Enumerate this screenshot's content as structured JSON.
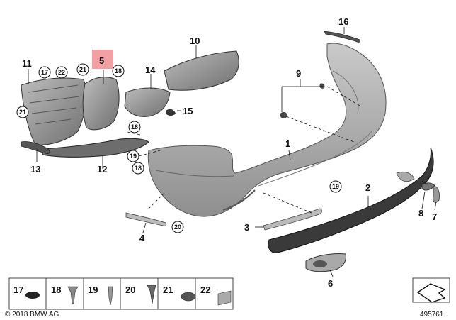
{
  "callouts": {
    "c1": "1",
    "c2": "2",
    "c3": "3",
    "c4": "4",
    "c5": "5",
    "c6": "6",
    "c7": "7",
    "c8": "8",
    "c9": "9",
    "c10": "10",
    "c11": "11",
    "c12": "12",
    "c13": "13",
    "c14": "14",
    "c15": "15",
    "c16": "16",
    "c17": "17",
    "c18": "18",
    "c19": "19",
    "c20": "20",
    "c21": "21",
    "c22": "22"
  },
  "highlight_color": "#f2a0a3",
  "legend_items": [
    "17",
    "18",
    "19",
    "20",
    "21",
    "22"
  ],
  "footer": {
    "copyright": "© 2018 BMW AG",
    "diagram_id": "495761"
  }
}
